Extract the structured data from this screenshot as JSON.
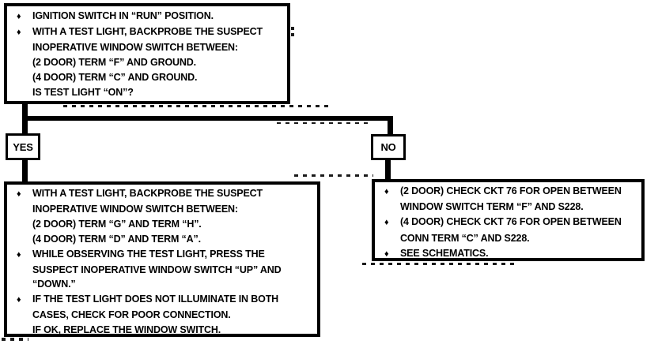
{
  "bullet_char": "♦",
  "colors": {
    "ink": "#000000",
    "paper": "#ffffff"
  },
  "top_box": {
    "lines": [
      {
        "bullet": true,
        "text": "IGNITION SWITCH IN “RUN” POSITION."
      },
      {
        "bullet": true,
        "text": "WITH A TEST LIGHT, BACKPROBE THE SUSPECT"
      },
      {
        "bullet": false,
        "text": "INOPERATIVE WINDOW SWITCH BETWEEN:"
      },
      {
        "bullet": false,
        "text": "(2 DOOR) TERM “F” AND GROUND."
      },
      {
        "bullet": false,
        "text": "(4 DOOR) TERM “C” AND GROUND."
      },
      {
        "bullet": false,
        "text": "IS TEST LIGHT “ON”?"
      }
    ]
  },
  "yes_branch": {
    "label": "YES"
  },
  "no_branch": {
    "label": "NO"
  },
  "yes_action_box": {
    "lines": [
      {
        "bullet": true,
        "text": "WITH A TEST LIGHT, BACKPROBE THE SUSPECT"
      },
      {
        "bullet": false,
        "text": "INOPERATIVE WINDOW SWITCH BETWEEN:"
      },
      {
        "bullet": false,
        "text": "(2 DOOR) TERM “G” AND TERM “H”."
      },
      {
        "bullet": false,
        "text": "(4 DOOR) TERM “D” AND TERM “A”."
      },
      {
        "bullet": true,
        "text": "WHILE OBSERVING THE TEST LIGHT, PRESS THE"
      },
      {
        "bullet": false,
        "text": "SUSPECT INOPERATIVE WINDOW SWITCH “UP” AND"
      },
      {
        "bullet": false,
        "text": "“DOWN.”"
      },
      {
        "bullet": true,
        "text": "IF THE TEST LIGHT DOES NOT ILLUMINATE IN BOTH"
      },
      {
        "bullet": false,
        "text": "CASES, CHECK FOR POOR CONNECTION."
      },
      {
        "bullet": false,
        "text": "IF OK, REPLACE THE WINDOW SWITCH."
      }
    ]
  },
  "no_action_box": {
    "lines": [
      {
        "bullet": true,
        "text": "(2 DOOR) CHECK CKT 76 FOR OPEN BETWEEN"
      },
      {
        "bullet": false,
        "text": "WINDOW SWITCH TERM “F” AND S228."
      },
      {
        "bullet": true,
        "text": "(4 DOOR) CHECK CKT 76 FOR OPEN BETWEEN"
      },
      {
        "bullet": false,
        "text": "CONN TERM “C” AND S228."
      },
      {
        "bullet": true,
        "text": "SEE SCHEMATICS."
      }
    ]
  }
}
